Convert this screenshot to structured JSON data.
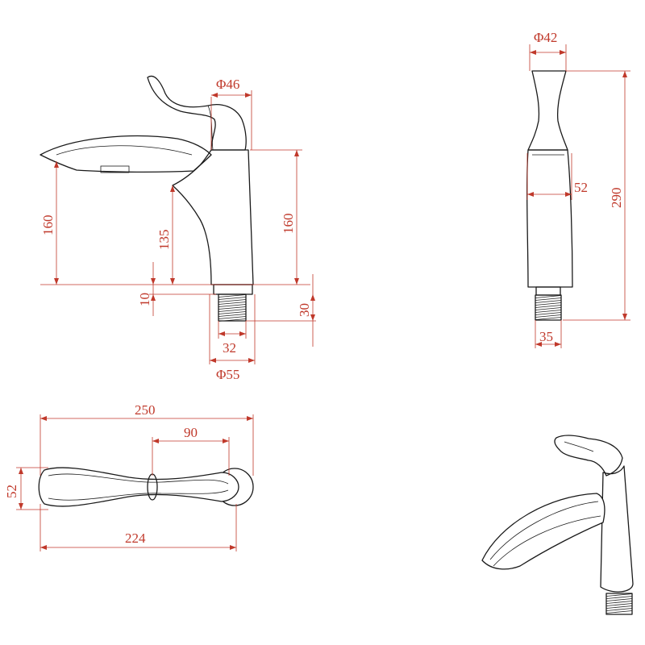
{
  "dimensions": {
    "side_dia_top": "Φ46",
    "side_height_spout": "160",
    "side_height_handle_body": "160",
    "side_height_inner": "135",
    "side_gap": "10",
    "side_thread_length": "30",
    "side_thread_dia": "32",
    "side_base_dia": "Φ55",
    "front_dia_top": "Φ42",
    "front_body_width": "52",
    "front_total_height": "290",
    "front_thread_dia": "35",
    "top_total_length": "250",
    "top_handle_length": "90",
    "top_width": "52",
    "top_spout_length": "224"
  },
  "colors": {
    "dimension": "#c0392b",
    "outline": "#1a1a1a",
    "background": "#ffffff"
  }
}
